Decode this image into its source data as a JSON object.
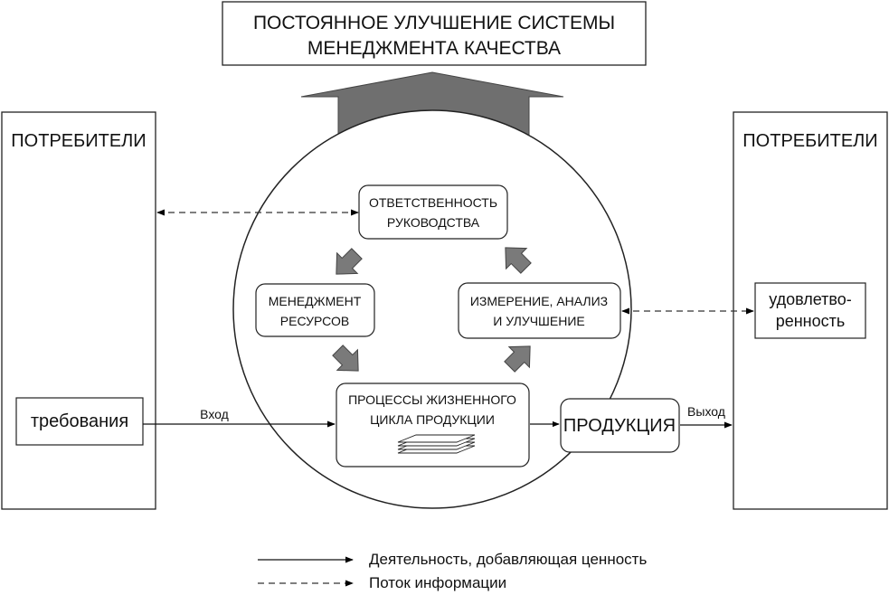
{
  "title": {
    "line1": "ПОСТОЯННОЕ УЛУЧШЕНИЕ СИСТЕМЫ",
    "line2": "МЕНЕДЖМЕНТА КАЧЕСТВА"
  },
  "consumers_left": {
    "label": "ПОТРЕБИТЕЛИ"
  },
  "consumers_right": {
    "label": "ПОТРЕБИТЕЛИ"
  },
  "requirements": {
    "label": "требования"
  },
  "satisfaction": {
    "line1": "удовлетво-",
    "line2": "ренность"
  },
  "management_responsibility": {
    "line1": "ОТВЕТСТВЕННОСТЬ",
    "line2": "РУКОВОДСТВА"
  },
  "resource_management": {
    "line1": "МЕНЕДЖМЕНТ",
    "line2": "РЕСУРСОВ"
  },
  "measurement": {
    "line1": "ИЗМЕРЕНИЕ, АНАЛИЗ",
    "line2": "И УЛУЧШЕНИЕ"
  },
  "life_cycle": {
    "line1": "ПРОЦЕССЫ ЖИЗНЕННОГО",
    "line2": "ЦИКЛА ПРОДУКЦИИ"
  },
  "product": {
    "label": "ПРОДУКЦИЯ"
  },
  "flow_labels": {
    "input": "Вход",
    "output": "Выход"
  },
  "legend": {
    "solid": "Деятельность, добавляющая ценность",
    "dashed": "Поток информации"
  }
}
